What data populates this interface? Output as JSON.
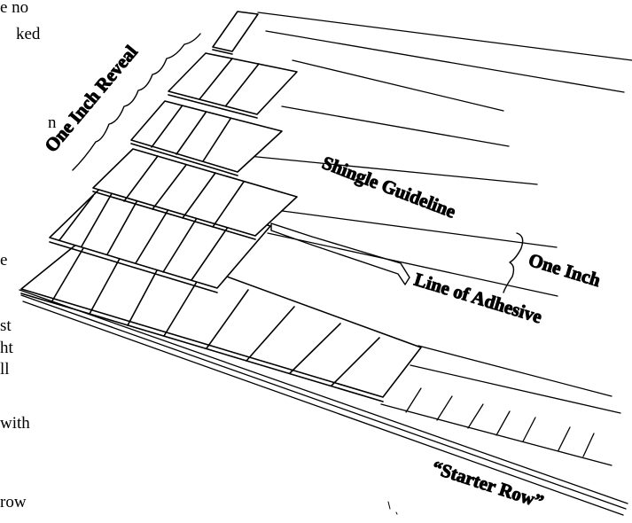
{
  "diagram": {
    "labels": {
      "reveal": "One Inch Reveal",
      "guideline": "Shingle Guideline",
      "one_inch": "One Inch",
      "adhesive": "Line of Adhesive",
      "starter_row": "“Starter Row”"
    },
    "cropped_text_fragments": [
      "e no",
      "ked",
      "n",
      "e",
      "st",
      "ht",
      "ll",
      "with",
      "row"
    ],
    "colors": {
      "line": "#000000",
      "background": "#ffffff"
    }
  }
}
